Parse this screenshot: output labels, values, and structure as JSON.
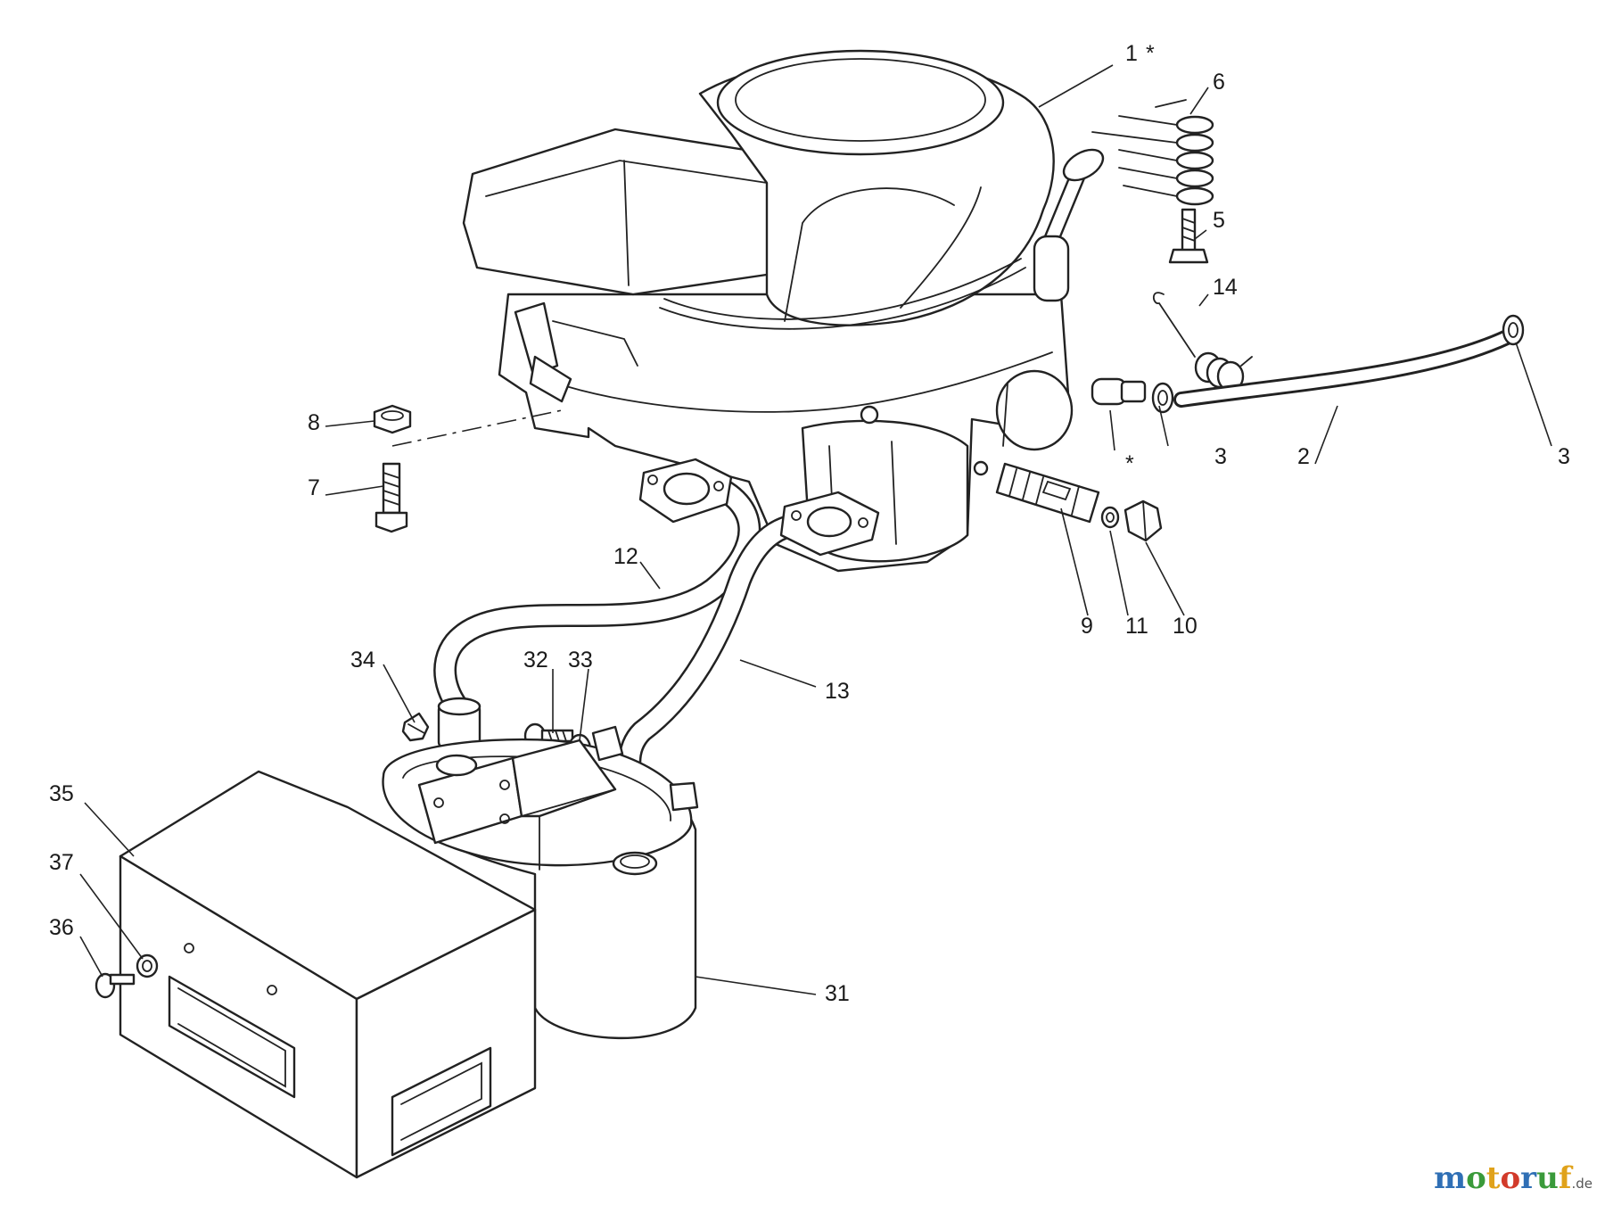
{
  "callouts": [
    {
      "id": "c1",
      "label": "1"
    },
    {
      "id": "c1s",
      "label": "*"
    },
    {
      "id": "c2",
      "label": "2"
    },
    {
      "id": "c3a",
      "label": "3"
    },
    {
      "id": "c3b",
      "label": "3"
    },
    {
      "id": "c5",
      "label": "5"
    },
    {
      "id": "c6",
      "label": "6"
    },
    {
      "id": "c7",
      "label": "7"
    },
    {
      "id": "c8",
      "label": "8"
    },
    {
      "id": "c9",
      "label": "9"
    },
    {
      "id": "c10",
      "label": "10"
    },
    {
      "id": "c11",
      "label": "11"
    },
    {
      "id": "c12",
      "label": "12"
    },
    {
      "id": "c13",
      "label": "13"
    },
    {
      "id": "c14",
      "label": "14"
    },
    {
      "id": "cs",
      "label": "*"
    },
    {
      "id": "c31",
      "label": "31"
    },
    {
      "id": "c32",
      "label": "32"
    },
    {
      "id": "c33",
      "label": "33"
    },
    {
      "id": "c34",
      "label": "34"
    },
    {
      "id": "c35",
      "label": "35"
    },
    {
      "id": "c36",
      "label": "36"
    },
    {
      "id": "c37",
      "label": "37"
    }
  ],
  "watermark": {
    "letters": [
      {
        "ch": "m",
        "color": "#2f6fb5"
      },
      {
        "ch": "o",
        "color": "#3a9a3a"
      },
      {
        "ch": "t",
        "color": "#e0a21a"
      },
      {
        "ch": "o",
        "color": "#d23a2a"
      },
      {
        "ch": "r",
        "color": "#2f6fb5"
      },
      {
        "ch": "u",
        "color": "#3a9a3a"
      },
      {
        "ch": "f",
        "color": "#e0a21a"
      }
    ],
    "suffix": ".de"
  }
}
